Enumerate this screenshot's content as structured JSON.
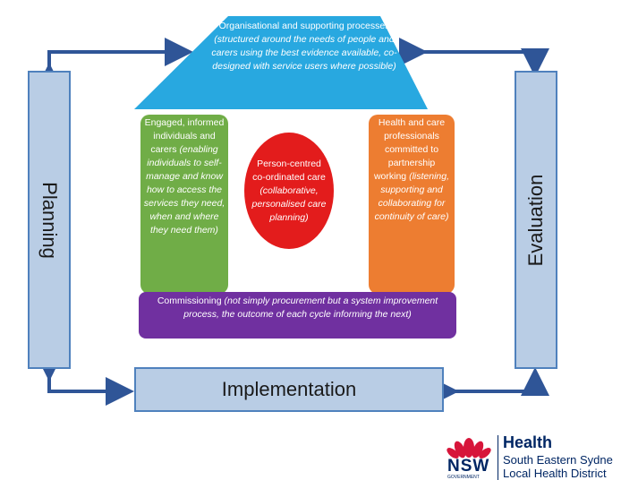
{
  "roof": {
    "lead": "Organisational and supporting processes ",
    "detail": "(structured around the needs of people and carers using the best evidence available, co-designed with service users where possible)"
  },
  "left_pillar": {
    "lead": "Engaged, informed individuals and carers ",
    "detail": "(enabling individuals to self-manage and know how to access the services they need, when and where they need them)"
  },
  "right_pillar": {
    "lead": "Health and care professionals committed to partnership working ",
    "detail": "(listening, supporting and collaborating for continuity of care)"
  },
  "center": {
    "lead": "Person-centred co-ordinated care ",
    "detail": "(collaborative, personalised care planning)"
  },
  "base": {
    "lead": "Commissioning ",
    "detail": "(not simply procurement but a system improvement process, the outcome of each cycle informing the next)"
  },
  "planning": {
    "label": "Planning"
  },
  "evaluation": {
    "label": "Evaluation"
  },
  "implementation": {
    "label": "Implementation"
  },
  "logo": {
    "agency": "NSW",
    "agency_sub": "GOVERNMENT",
    "health": "Health",
    "district_line1": "South Eastern Sydne",
    "district_line2": "Local Health District"
  },
  "colors": {
    "roof": "#28a8e0",
    "left_pillar": "#70ad47",
    "right_pillar": "#ed7d31",
    "center": "#e31c1c",
    "base": "#7030a0",
    "side_boxes": "#b9cde5",
    "arrows": "#2f5597"
  }
}
